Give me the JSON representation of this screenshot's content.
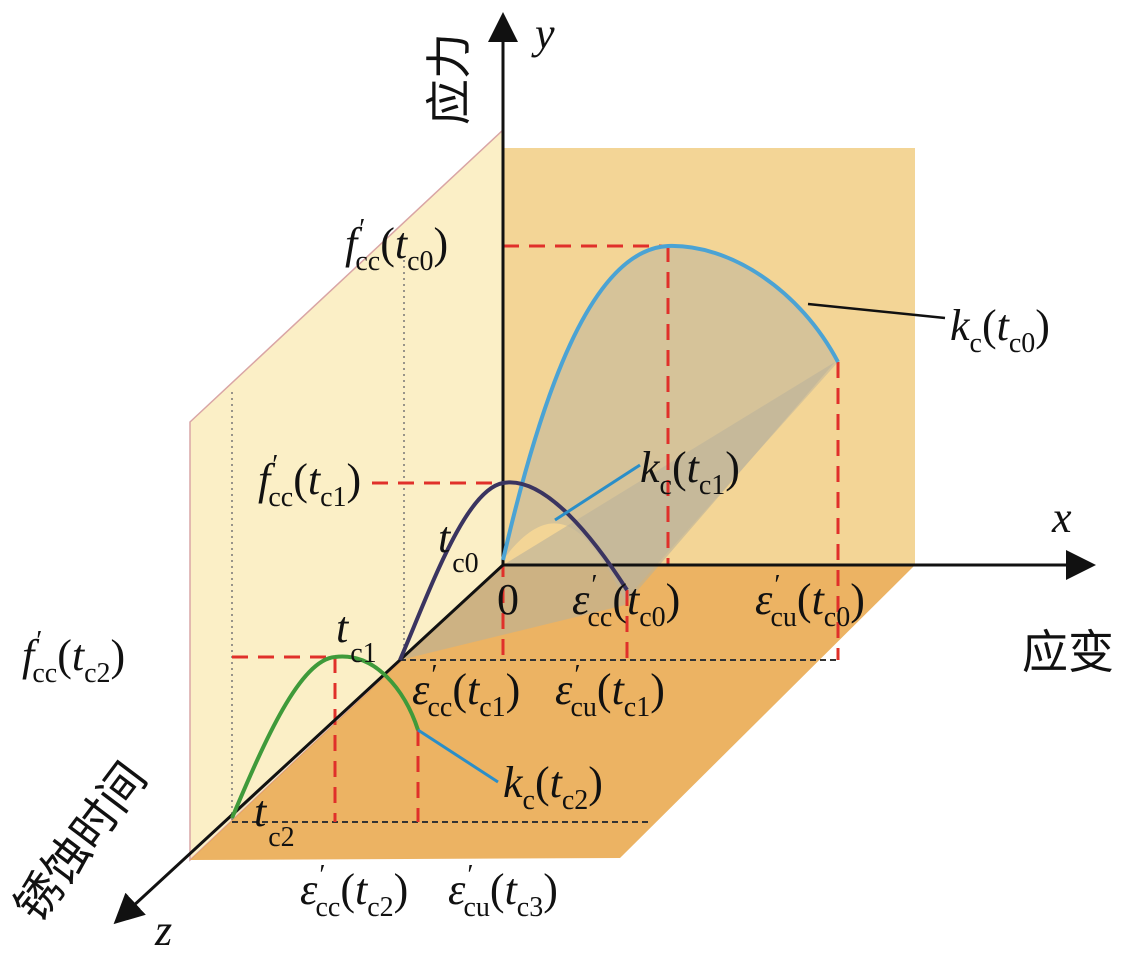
{
  "axes": {
    "y_axis_label": "y",
    "x_axis_label": "x",
    "z_axis_label": "z",
    "origin_label": "0",
    "stress_label": "应力",
    "strain_label": "应变",
    "corrosion_time_label": "锈蚀时间"
  },
  "time_labels": {
    "tc0": {
      "base": "t",
      "sub": "c0"
    },
    "tc1": {
      "base": "t",
      "sub": "c1"
    },
    "tc2": {
      "base": "t",
      "sub": "c2"
    }
  },
  "stress_labels": {
    "f_tc0": {
      "base": "f",
      "prime": "′",
      "sub": "cc",
      "open": "(",
      "t": "t",
      "tsub": "c0",
      "close": ")"
    },
    "f_tc1": {
      "base": "f",
      "prime": "′",
      "sub": "cc",
      "open": "(",
      "t": "t",
      "tsub": "c1",
      "close": ")"
    },
    "f_tc2": {
      "base": "f",
      "prime": "′",
      "sub": "cc",
      "open": "(",
      "t": "t",
      "tsub": "c2",
      "close": ")"
    }
  },
  "curve_labels": {
    "k_tc0": {
      "base": "k",
      "sub": "c",
      "open": "(",
      "t": "t",
      "tsub": "c0",
      "close": ")"
    },
    "k_tc1": {
      "base": "k",
      "sub": "c",
      "open": "(",
      "t": "t",
      "tsub": "c1",
      "close": ")"
    },
    "k_tc2": {
      "base": "k",
      "sub": "c",
      "open": "(",
      "t": "t",
      "tsub": "c2",
      "close": ")"
    }
  },
  "strain_labels": {
    "ecc_tc0": {
      "base": "ε",
      "prime": "′",
      "sub": "cc",
      "open": "(",
      "t": "t",
      "tsub": "c0",
      "close": ")"
    },
    "ecu_tc0": {
      "base": "ε",
      "prime": "′",
      "sub": "cu",
      "open": "(",
      "t": "t",
      "tsub": "c0",
      "close": ")"
    },
    "ecc_tc1": {
      "base": "ε",
      "prime": "′",
      "sub": "cc",
      "open": "(",
      "t": "t",
      "tsub": "c1",
      "close": ")"
    },
    "ecu_tc1": {
      "base": "ε",
      "prime": "′",
      "sub": "cu",
      "open": "(",
      "t": "t",
      "tsub": "c1",
      "close": ")"
    },
    "ecc_tc2": {
      "base": "ε",
      "prime": "′",
      "sub": "cc",
      "open": "(",
      "t": "t",
      "tsub": "c2",
      "close": ")"
    },
    "ecu_tc3": {
      "base": "ε",
      "prime": "′",
      "sub": "cu",
      "open": "(",
      "t": "t",
      "tsub": "c3",
      "close": ")"
    }
  },
  "colors": {
    "back_plane": "#f3d596",
    "left_plane": "#fbefc6",
    "floor_plane": "#e9a94d",
    "grey_surface": "#b9b09a",
    "curve_tc0": "#4ba3d4",
    "curve_tc1": "#3a3460",
    "curve_tc2": "#3f9a3a",
    "dashed_red": "#e0302a",
    "axis": "#111111",
    "leader": "#2a8ec8"
  }
}
